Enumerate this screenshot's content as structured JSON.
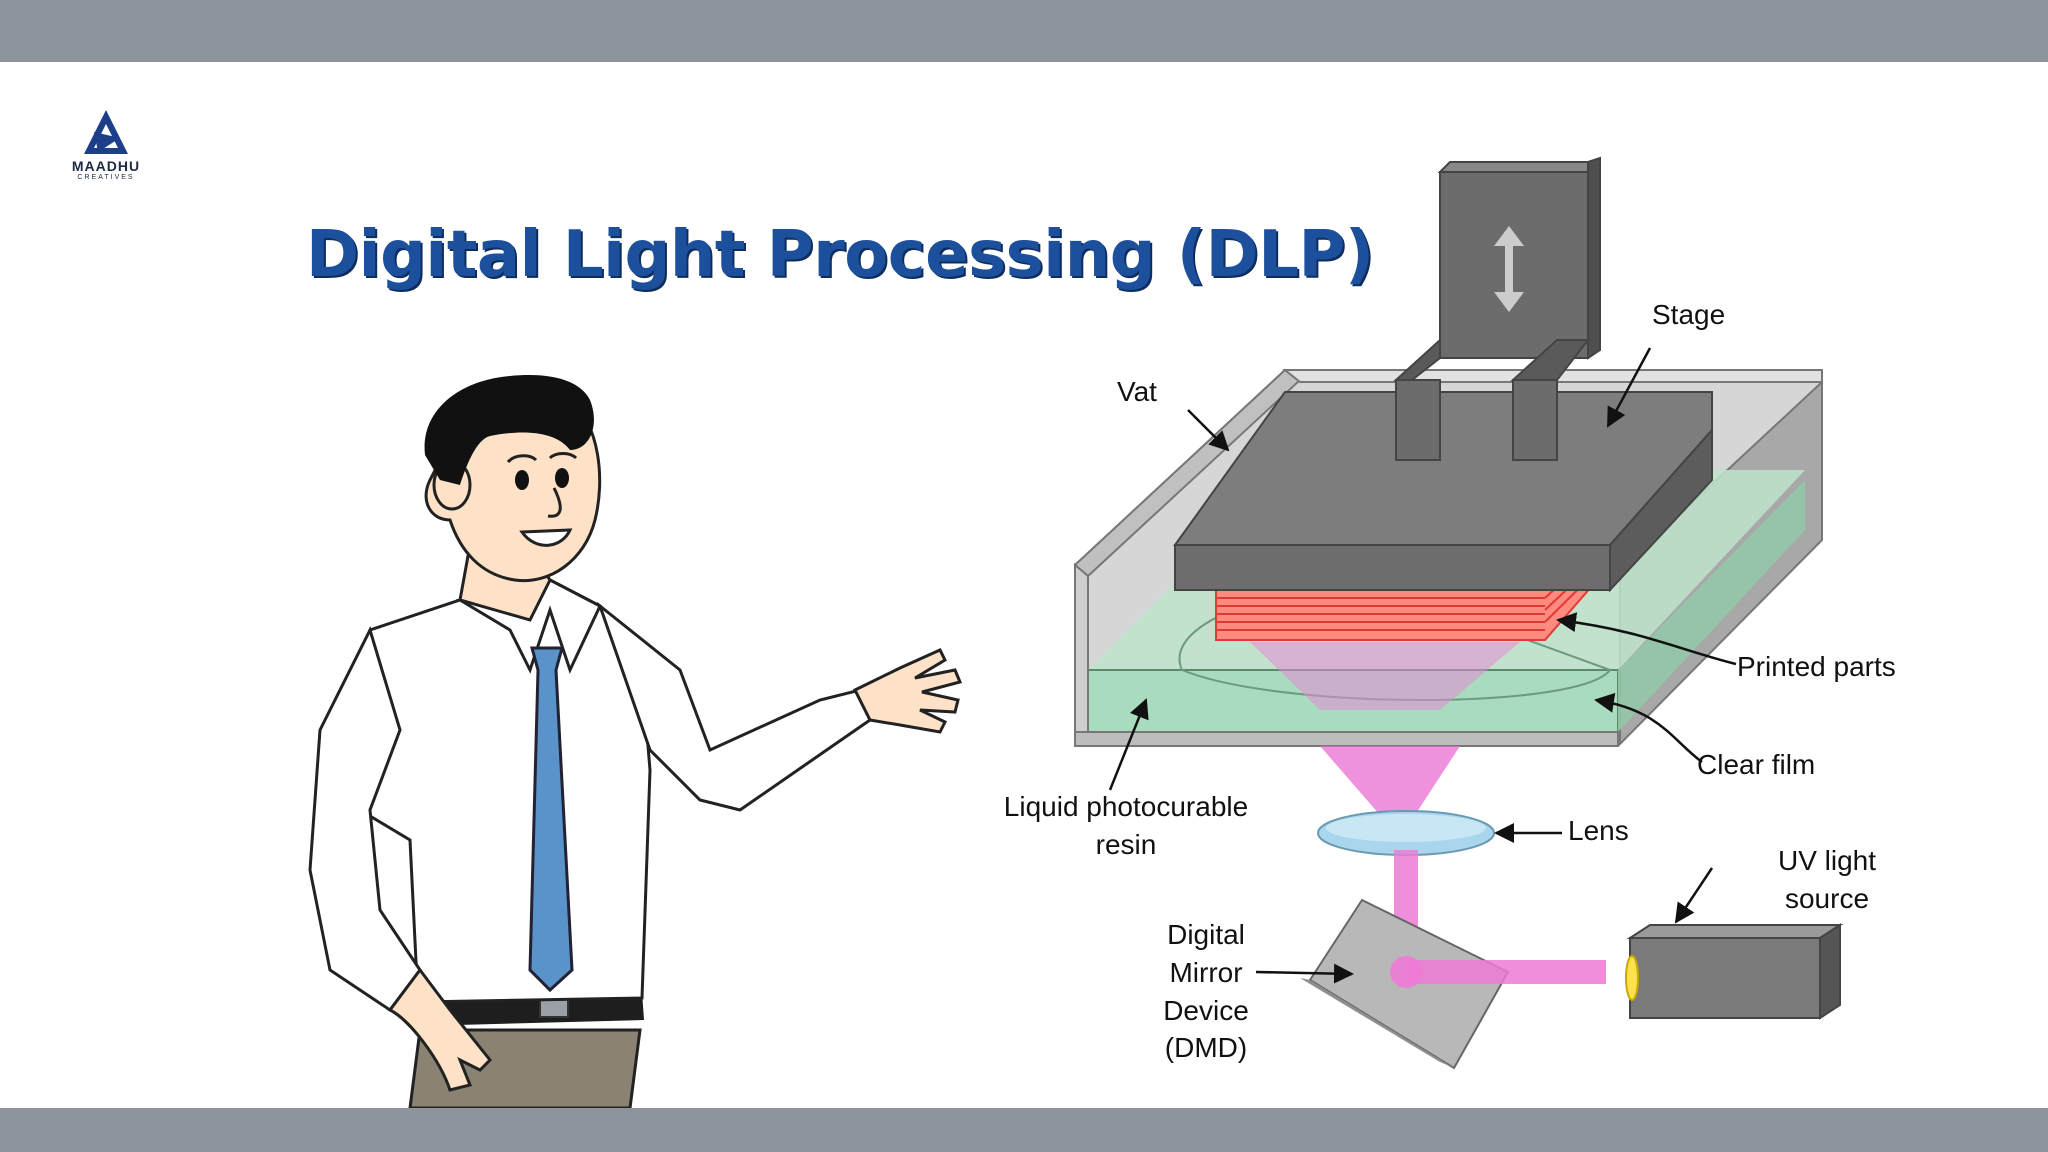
{
  "logo": {
    "name": "MAADHU",
    "sub": "CREATIVES"
  },
  "slide": {
    "title": "Digital Light Processing (DLP)"
  },
  "diagram": {
    "labels": {
      "stage": "Stage",
      "vat": "Vat",
      "printed_parts": "Printed parts",
      "clear_film": "Clear film",
      "resin_line1": "Liquid photocurable",
      "resin_line2": "resin",
      "lens": "Lens",
      "uv_line1": "UV light",
      "uv_line2": "source",
      "dmd_line1": "Digital",
      "dmd_line2": "Mirror",
      "dmd_line3": "Device",
      "dmd_line4": "(DMD)"
    }
  }
}
